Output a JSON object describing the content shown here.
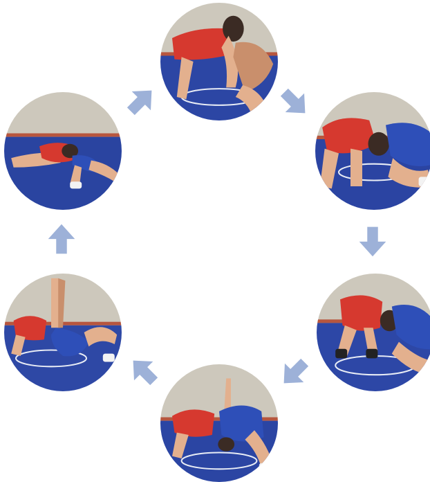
{
  "diagram": {
    "type": "cycle",
    "steps": [
      {
        "id": "step-1",
        "icon": "wrestlers-front-headlock-photo",
        "mat": "#2c46a4"
      },
      {
        "id": "step-2",
        "icon": "wrestlers-head-to-head-photo",
        "mat": "#2b44a2"
      },
      {
        "id": "step-3",
        "icon": "wrestlers-lift-start-photo",
        "mat": "#2d47a6"
      },
      {
        "id": "step-4",
        "icon": "wrestlers-roll-under-photo",
        "mat": "#2b45a3"
      },
      {
        "id": "step-5",
        "icon": "wrestlers-leg-raised-photo",
        "mat": "#2e48a5"
      },
      {
        "id": "step-6",
        "icon": "wrestlers-pinned-on-mat-photo",
        "mat": "#2a44a0"
      }
    ],
    "arrow_color": "#9db1d8",
    "singlet_colors": {
      "red": "#d6392f",
      "blue": "#2e4fb8"
    }
  }
}
